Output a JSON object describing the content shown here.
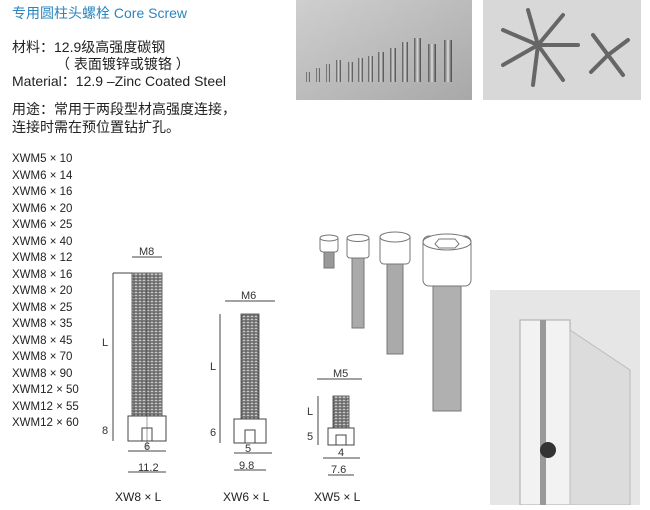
{
  "title": "专用圆柱头螺栓  Core Screw",
  "material_cn_1": "材料：12.9级高强度碳钢",
  "material_cn_2": "（ 表面镀锌或镀铬 ）",
  "material_en": "Material：12.9 –Zinc Coated Steel",
  "usage_1": "用途：常用于两段型材高强度连接，",
  "usage_2": "连接时需在预位置钻扩孔。",
  "models": [
    "XWM5 × 10",
    "XWM6 × 14",
    "XWM6 × 16",
    "XWM6 × 20",
    "XWM6 × 25",
    "XWM6 × 40",
    "XWM8 × 12",
    "XWM8 × 16",
    "XWM8 × 20",
    "XWM8 × 25",
    "XWM8 × 35",
    "XWM8 × 45",
    "XWM8 × 70",
    "XWM8 × 90",
    "XWM12 × 50",
    "XWM12 × 55",
    "XWM12 × 60"
  ],
  "drawings": [
    {
      "name": "XW8 × L",
      "thread": "M8",
      "length": "L",
      "head_h": "8",
      "hex": "6",
      "head_d": "11.2"
    },
    {
      "name": "XW6 × L",
      "thread": "M6",
      "length": "L",
      "head_h": "6",
      "hex": "5",
      "head_d": "9.8"
    },
    {
      "name": "XW5 × L",
      "thread": "M5",
      "length": "L",
      "head_h": "5",
      "hex": "4",
      "head_d": "7.6"
    }
  ],
  "title_color": "#2a86bf"
}
